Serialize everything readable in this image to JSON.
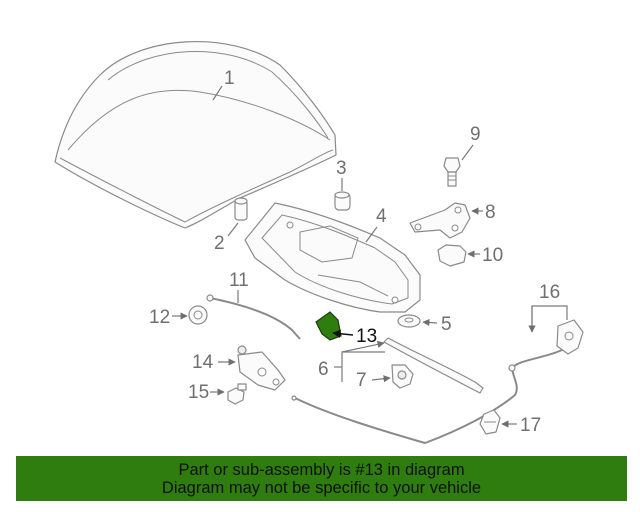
{
  "callouts": {
    "c1": "1",
    "c2": "2",
    "c3": "3",
    "c4": "4",
    "c5": "5",
    "c6": "6",
    "c7": "7",
    "c8": "8",
    "c9": "9",
    "c10": "10",
    "c11": "11",
    "c12": "12",
    "c13": "13",
    "c14": "14",
    "c15": "15",
    "c16": "16",
    "c17": "17"
  },
  "highlight": {
    "part_number": "13",
    "color": "#2f7d0e"
  },
  "banner": {
    "line1": "Part or sub-assembly is #13 in diagram",
    "line2": "Diagram may not be specific to your vehicle",
    "background": "#2f7d0e"
  }
}
